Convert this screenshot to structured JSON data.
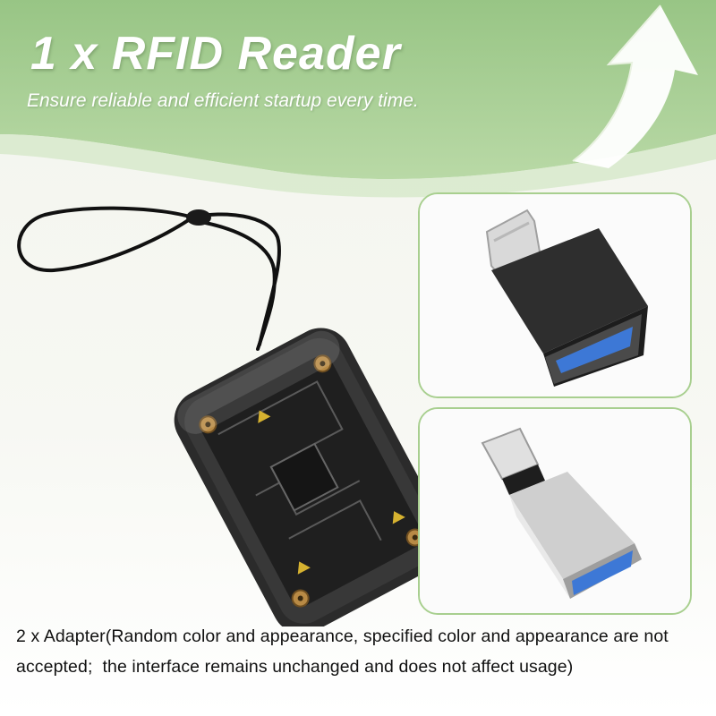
{
  "header": {
    "title": "1 x RFID Reader",
    "subtitle": "Ensure reliable and efficient startup every time."
  },
  "adapters": {
    "description": "2 x Adapter(Random color and appearance, specified color and appearance are not accepted;  the interface remains unchanged and does not affect usage)"
  },
  "colors": {
    "header_green": "#a9cf94",
    "card_border": "#a8cf8f",
    "usb_blue": "#3d78d6"
  }
}
